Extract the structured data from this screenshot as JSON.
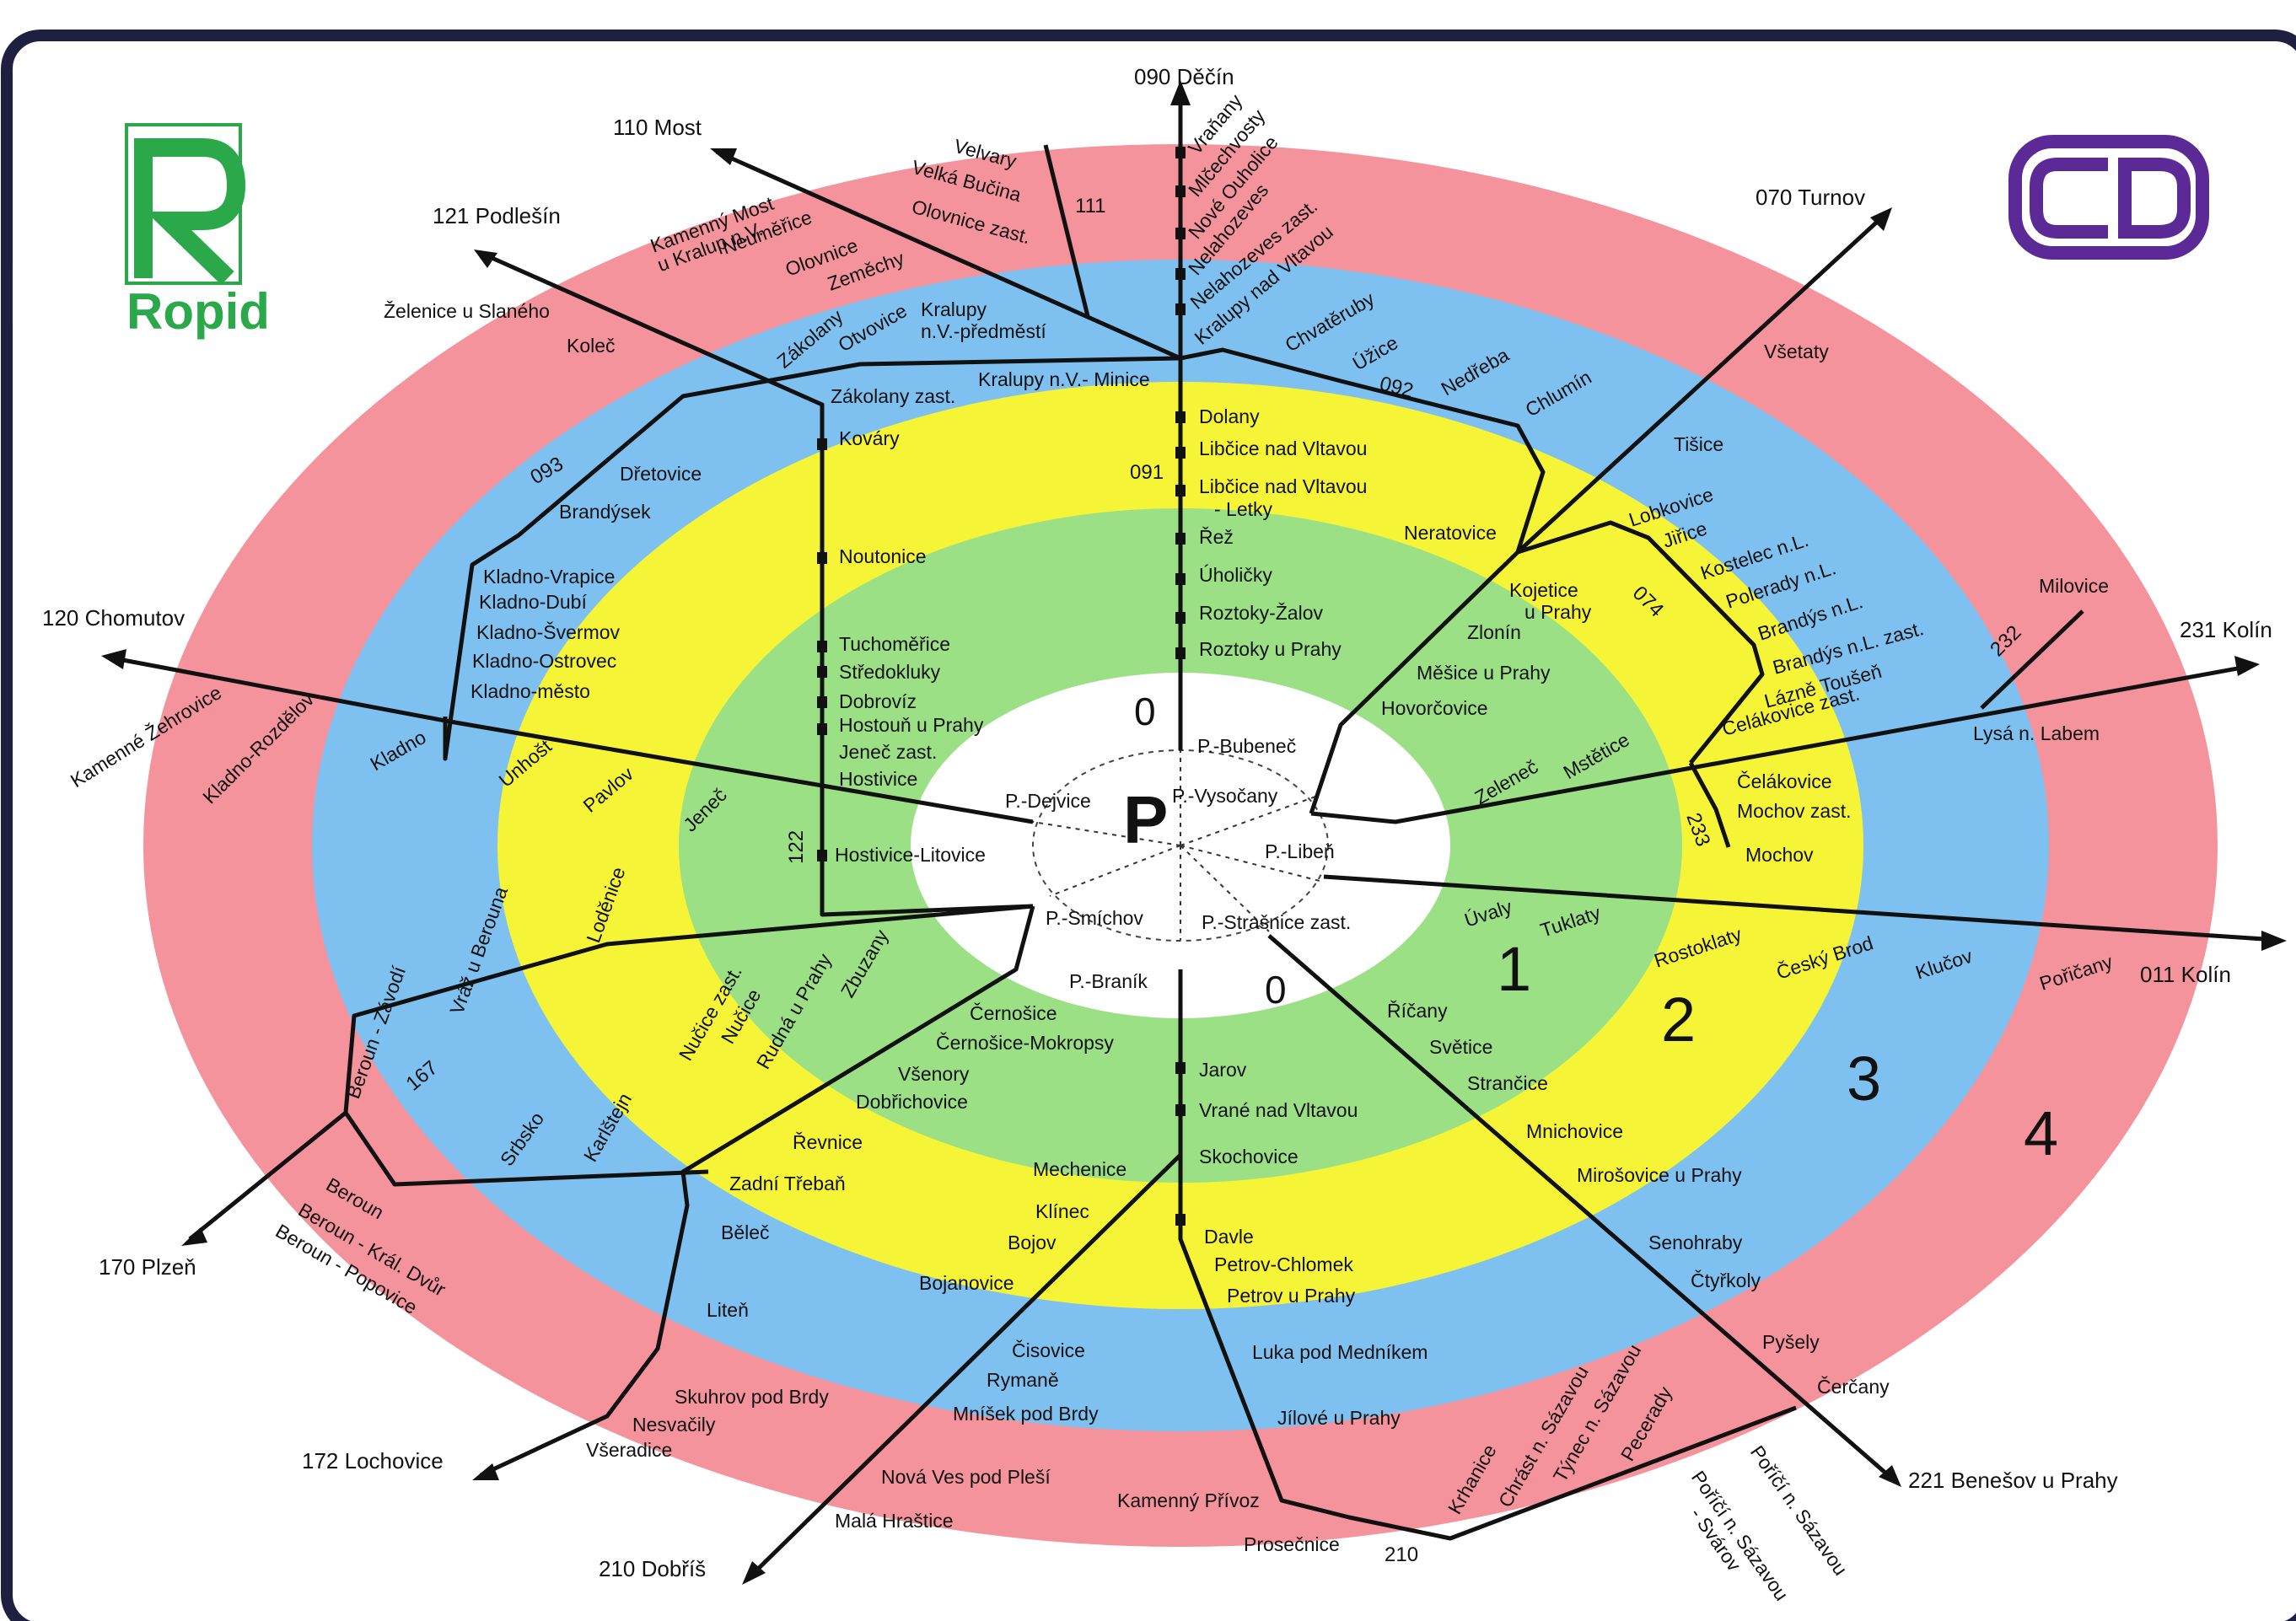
{
  "colors": {
    "zone4": "#f4939b",
    "zone3": "#7ec1f0",
    "zone2": "#f6f436",
    "zone1": "#9ce086",
    "zoneP": "#ffffff",
    "frame": "#1f2040",
    "line": "#111111",
    "ropid": "#2aa84a",
    "cd": "#5b2a97"
  },
  "logos": {
    "ropid_text": "Ropid",
    "cd_text": "ČD"
  },
  "zones": {
    "z1": "1",
    "z2": "2",
    "z3": "3",
    "z4": "4",
    "z0a": "0",
    "z0b": "0",
    "zp": "P"
  },
  "line_numbers": {
    "l111": "111",
    "l092": "092",
    "l093": "093",
    "l091": "091",
    "l074": "074",
    "l232": "232",
    "l233": "233",
    "l122": "122",
    "l167": "167",
    "l210": "210"
  },
  "destinations": {
    "decin": "090 Děčín",
    "most": "110  Most",
    "podlesin": "121  Podlešín",
    "turnov": "070  Turnov",
    "chomutov": "120  Chomutov",
    "kolin231": "231  Kolín",
    "kolin011": "011  Kolín",
    "plzen": "170  Plzeň",
    "lochovice": "172  Lochovice",
    "dobris": "210  Dobříš",
    "benesov": "221  Benešov u Prahy",
    "milovice": "Milovice"
  },
  "stations": {
    "prague": {
      "bubenec": "P.-Bubeneč",
      "dejvice": "P.-Dejvice",
      "vysocany": "P.-Vysočany",
      "liben": "P.-Libeň",
      "smichov": "P.-Smíchov",
      "strasnice": "P.-Strašnice zast.",
      "branik": "P.-Braník"
    },
    "north": [
      "Dolany",
      "Libčice nad Vltavou",
      "Libčice nad Vltavou\n- Letky",
      "Řež",
      "Úholičky",
      "Roztoky-Žalov",
      "Roztoky u Prahy"
    ],
    "north_outer": [
      "Vraňany",
      "Mlčechvosty",
      "Nové Ouholice",
      "Nelahozeves",
      "Nelahozeves zast.",
      "Kralupy nad Vltavou"
    ],
    "most_line": [
      "Kamenný Most\nu Kralup n.V.",
      "Neuměřice",
      "Olovnice",
      "Zeměchy",
      "Zákolany",
      "Otvovice",
      "Kralupy\nn.V.-předměstí",
      "Kralupy n.V.- Minice",
      "Zákolany zast."
    ],
    "l111": [
      "Velvary",
      "Velká Bučina",
      "Olovnice zast."
    ],
    "l092": [
      "Chvatěruby",
      "Úžice",
      "Nedřeba",
      "Chlumín"
    ],
    "podlesin_line": [
      "Želenice u Slaného",
      "Koleč",
      "Kováry",
      "Noutonice",
      "Tuchoměřice",
      "Středokluky",
      "Dobrovíz",
      "Hostouň u Prahy",
      "Jeneč zast.",
      "Hostivice",
      "Hostivice-Litovice"
    ],
    "l093": [
      "Dřetovice",
      "Brandýsek",
      "Kladno-Vrapice",
      "Kladno-Dubí",
      "Kladno-Švermov",
      "Kladno-Ostrovec",
      "Kladno-město"
    ],
    "chomutov_line": [
      "Kamenné Žehrovice",
      "Kladno-Rozdělov",
      "Kladno",
      "Unhošť",
      "Pavlov",
      "Jeneč"
    ],
    "turnov_line": [
      "Všetaty",
      "Tišice",
      "Neratovice",
      "Kojetice\nu Prahy",
      "Zlonín",
      "Měšice u Prahy",
      "Hovorčovice"
    ],
    "l074": [
      "Lobkovice",
      "Jiřice",
      "Kostelec n.L.",
      "Polerady n.L.",
      "Brandýs n.L.",
      "Brandýs n.L. zast.",
      "Lázně Toušeň",
      "Čelákovice zast."
    ],
    "kolin231": [
      "Lysá n. Labem",
      "Mstětice",
      "Zeleneč",
      "Čelákovice",
      "Mochov zast.",
      "Mochov"
    ],
    "kolin011": [
      "Úvaly",
      "Tuklaty",
      "Rostoklaty",
      "Český Brod",
      "Klučov",
      "Pořičany"
    ],
    "benesov_line": [
      "Říčany",
      "Světice",
      "Strančice",
      "Mnichovice",
      "Mirošovice u Prahy",
      "Senohraby",
      "Čtyřkoly",
      "Pyšely",
      "Čerčany"
    ],
    "l210_south": [
      "Jarov",
      "Vrané nad Vltavou",
      "Skochovice",
      "Davle",
      "Petrov-Chlomek",
      "Petrov u Prahy",
      "Luka pod Medníkem",
      "Jílové u Prahy",
      "Kamenný Přívoz",
      "Prosečnice",
      "Krhanice",
      "Chrást n. Sázavou",
      "Týnec n. Sázavou",
      "Pecerady",
      "Poříčí n. Sázavou",
      "Poříčí n. Sázavou\n- Svárov"
    ],
    "dobris_line": [
      "Černošice",
      "Černošice-Mokropsy",
      "Všenory",
      "Dobřichovice",
      "Řevnice",
      "Mechenice",
      "Klínec",
      "Bojov",
      "Bojanovice",
      "Čisovice",
      "Rymaně",
      "Mníšek pod Brdy",
      "Nová Ves pod Pleší",
      "Malá Hraštice"
    ],
    "plzen_line": [
      "Zbuzany",
      "Rudná u Prahy",
      "Nučice",
      "Nučice zast.",
      "Loděnice",
      "Vráž u Berouna",
      "Beroun - Závodí",
      "Beroun",
      "Beroun - Král. Dvůr",
      "Beroun - Popovice",
      "Srbsko",
      "Karlštejn",
      "Zadní Třebaň",
      "Běleč",
      "Liteň",
      "Skuhrov pod Brdy",
      "Nesvačily",
      "Všeradice"
    ]
  }
}
